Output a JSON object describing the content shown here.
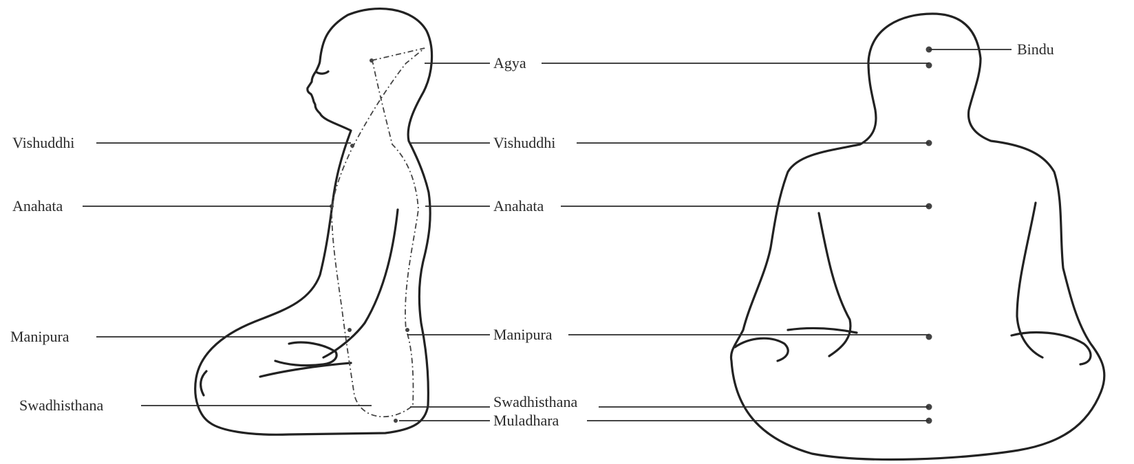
{
  "side_labels": {
    "vishuddhi": "Vishuddhi",
    "anahata": "Anahata",
    "manipura": "Manipura",
    "swadhisthana": "Swadhisthana"
  },
  "center_labels": {
    "agya": "Agya",
    "vishuddhi": "Vishuddhi",
    "anahata": "Anahata",
    "manipura": "Manipura",
    "swadhisthana": "Swadhisthana",
    "muladhara": "Muladhara"
  },
  "back_labels": {
    "bindu": "Bindu"
  }
}
